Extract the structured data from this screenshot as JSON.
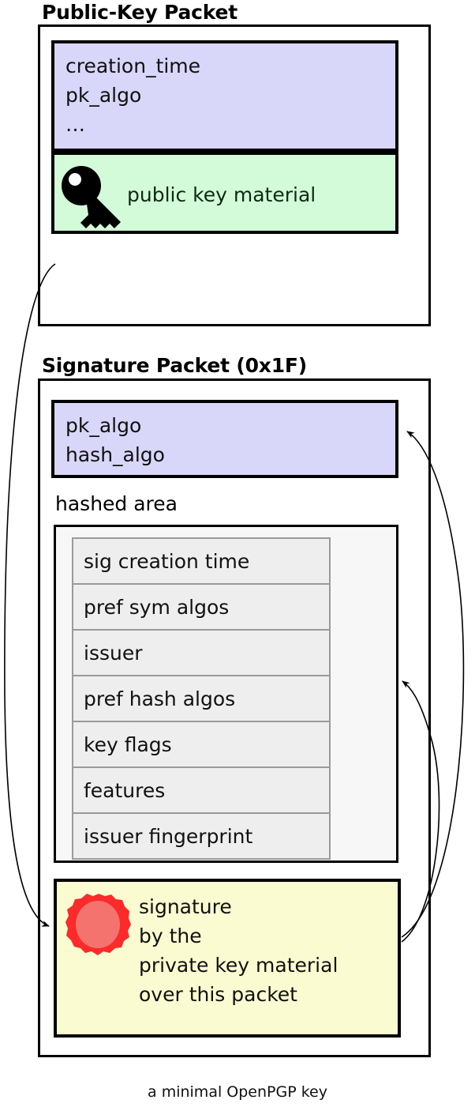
{
  "caption": "a minimal OpenPGP key",
  "colors": {
    "purple_fill": "#d8d6f9",
    "green_fill": "#d4fbd9",
    "yellow_fill": "#fbfbd2",
    "grey_fill": "#f7f7f7",
    "row_fill": "#eeeeee",
    "seal_red": "#fb2b2b",
    "seal_red_inner": "#f4736e",
    "stroke": "#000000"
  },
  "public_key_packet": {
    "title": "Public-Key Packet",
    "header_field": {
      "lines": "creation_time\npk_algo\n…"
    },
    "key_material_field": {
      "icon": "key-icon",
      "label": "public key material"
    }
  },
  "signature_packet": {
    "title": "Signature Packet (0x1F)",
    "algo_field": {
      "lines": "pk_algo\nhash_algo"
    },
    "hashed_area": {
      "label": "hashed area",
      "subpackets": [
        "sig creation time",
        "pref sym algos",
        "issuer",
        "pref hash algos",
        "key flags",
        "features",
        "issuer fingerprint"
      ]
    },
    "signature_field": {
      "icon": "seal-icon",
      "lines": "signature\nby the\nprivate key material\nover this packet"
    }
  }
}
